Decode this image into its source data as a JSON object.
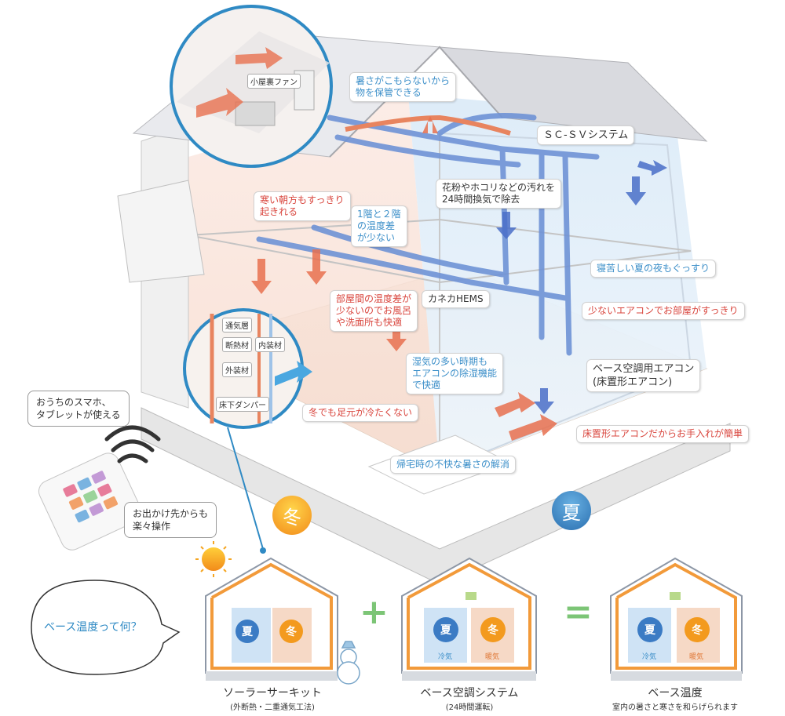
{
  "labels": {
    "attic_fan": "小屋裏ファン",
    "storage": [
      "暑さがこもらないから",
      "物を保管できる"
    ],
    "sc_system": "ＳＣ-ＳＶシステム",
    "pollen": [
      "花粉やホコリなどの汚れを",
      "24時間換気で除去"
    ],
    "morning": [
      "寒い朝方もすっきり",
      "起きれる"
    ],
    "floor_diff": [
      "1階と２階",
      "の温度差",
      "が少ない"
    ],
    "sleep": "寝苦しい夏の夜もぐっすり",
    "few_ac": "少ないエアコンでお部屋がすっきり",
    "room_diff": [
      "部屋間の温度差が",
      "少ないのでお風呂",
      "や洗面所も快適"
    ],
    "hems": "カネカHEMS",
    "humid": [
      "湿気の多い時期も",
      "エアコンの除湿機能",
      "で快適"
    ],
    "base_ac": [
      "ベース空調用エアコン",
      "(床置形エアコン)"
    ],
    "feet": "冬でも足元が冷たくない",
    "floor_ac_care": "床置形エアコンだからお手入れが簡単",
    "homecoming": "帰宅時の不快な暑さの解消"
  },
  "wall_layers": {
    "ventilation": "通気層",
    "insulation": "断熱材",
    "interior": "内装材",
    "exterior": "外装材",
    "damper": "床下ダンパー"
  },
  "phone": {
    "bubble1": [
      "おうちのスマホ、",
      "タブレットが使える"
    ],
    "bubble2": [
      "お出かけ先からも",
      "楽々操作"
    ]
  },
  "question": "ベース温度って何？",
  "seasons": {
    "winter": "冬",
    "summer": "夏"
  },
  "diagrams": [
    {
      "title": "ソーラーサーキット",
      "sub": "(外断熱・二重通気工法)",
      "left": "夏",
      "right": "冬"
    },
    {
      "title": "ベース空調システム",
      "sub": "(24時間運転)",
      "left": "夏",
      "right": "冬",
      "cool": "冷気",
      "warm": "暖気"
    },
    {
      "title": "ベース温度",
      "sub": "室内の暑さと寒さを和らげられます",
      "left": "夏",
      "right": "冬",
      "cool": "冷気",
      "warm": "暖気"
    }
  ],
  "operators": {
    "plus": "+",
    "equals": "="
  },
  "colors": {
    "warm": "#e8704f",
    "cool": "#4a76c8",
    "accent_blue": "#2f8ac4",
    "winter": "#f39a1e",
    "summer": "#3c86c4"
  }
}
